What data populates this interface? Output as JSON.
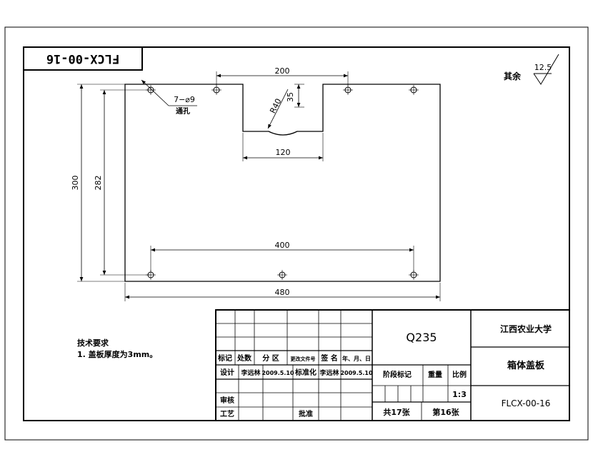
{
  "part_code_rotated": "FLCX-00-16",
  "roughness": {
    "prefix": "其余",
    "value": "12.5"
  },
  "hole_callout": {
    "spec": "7−⌀9",
    "note": "通孔"
  },
  "dimensions": {
    "top_span": "200",
    "radius": "R40",
    "depth": "35",
    "notch_width": "120",
    "height_total": "300",
    "height_inner": "282",
    "bottom_span": "400",
    "width_total": "480"
  },
  "tech_requirements": {
    "heading": "技术要求",
    "item": "1. 盖板厚度为3mm。"
  },
  "title_block": {
    "material": "Q235",
    "school": "江西农业大学",
    "part_name": "箱体盖板",
    "drawing_no": "FLCX-00-16",
    "header_row": [
      "标记",
      "处数",
      "分 区",
      "更改文件号",
      "签 名",
      "年、月、日"
    ],
    "design_label": "设计",
    "designer": "李远林",
    "design_date": "2009.5.10",
    "standardize_label": "标准化",
    "standardizer": "李远林",
    "standardize_date": "2009.5.10",
    "review_label": "审核",
    "process_label": "工艺",
    "approve_label": "批准",
    "stage_label": "阶段标记",
    "weight_label": "重量",
    "scale_label": "比例",
    "scale_value": "1:3",
    "sheets_total": "共17张",
    "sheet_no": "第16张"
  }
}
